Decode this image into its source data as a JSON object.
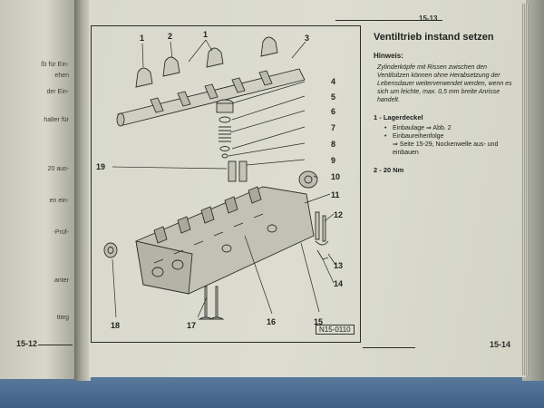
{
  "left_page": {
    "fragments": [
      "ßt für Ein-",
      "ehen",
      "der Ein-",
      "halter für",
      "20 aus-",
      "en ein-",
      "-Prüf-",
      "anter",
      "ttieg"
    ],
    "page_number": "15-12"
  },
  "right_page": {
    "header_page": "15-13",
    "footer_page": "15-14",
    "figure_code": "N15-0110",
    "callouts": [
      "1",
      "2",
      "1",
      "3",
      "4",
      "5",
      "6",
      "7",
      "8",
      "9",
      "10",
      "11",
      "12",
      "13",
      "14",
      "15",
      "16",
      "17",
      "18",
      "19"
    ],
    "title": "Ventiltrieb instand setzen",
    "hinweis_title": "Hinweis:",
    "hinweis_text": "Zylinderköpfe mit Rissen zwischen den Ventilsitzen können ohne Herabsetzung der Lebensdauer weiterverwendet werden, wenn es sich um leichte, max. 0,5 mm breite Anrisse handelt.",
    "item1_title": "1 - Lagerdeckel",
    "item1_bullets": [
      "Einbaulage ⇒ Abb. 2",
      "Einbaureihenfolge",
      "⇒ Seite 15-29, Nockenwelle aus- und einbauen"
    ],
    "item2": "2 - 20 Nm"
  }
}
